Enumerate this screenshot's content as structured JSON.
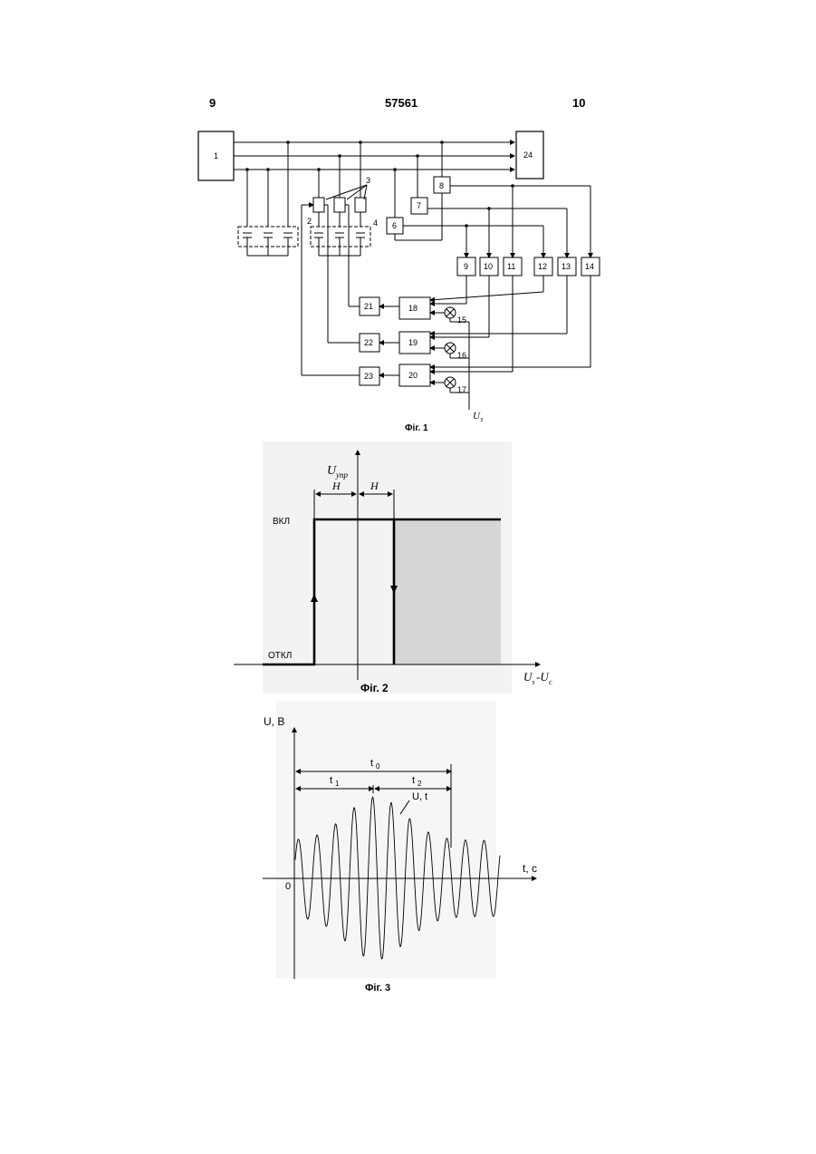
{
  "header": {
    "left_page": "9",
    "patent_number": "57561",
    "right_page": "10"
  },
  "fig1": {
    "caption": "Фіг. 1",
    "block_labels": [
      "1",
      "2",
      "3",
      "4",
      "6",
      "7",
      "8",
      "9",
      "10",
      "11",
      "12",
      "13",
      "14",
      "15",
      "16",
      "17",
      "18",
      "19",
      "20",
      "21",
      "22",
      "23",
      "24"
    ],
    "input_label": "U",
    "input_subscript": "з"
  },
  "fig2": {
    "caption": "Фіг. 2",
    "y_axis_label": "U",
    "y_axis_subscript": "упр",
    "x_axis_label_a": "U",
    "x_axis_sub_a": "з",
    "x_axis_label_b": "-U",
    "x_axis_sub_b": "c",
    "h_left": "H",
    "h_right": "H",
    "level_on": "ВКЛ",
    "level_off": "ОТКЛ",
    "shade_color": "#d6d6d6"
  },
  "fig3": {
    "caption": "Фіг. 3",
    "y_axis_label": "U, B",
    "x_axis_label": "t, c",
    "origin_label": "0",
    "curve_label": "U, t",
    "interval_total": "t",
    "interval_total_sub": "0",
    "interval_1": "t",
    "interval_1_sub": "1",
    "interval_2": "t",
    "interval_2_sub": "2"
  }
}
